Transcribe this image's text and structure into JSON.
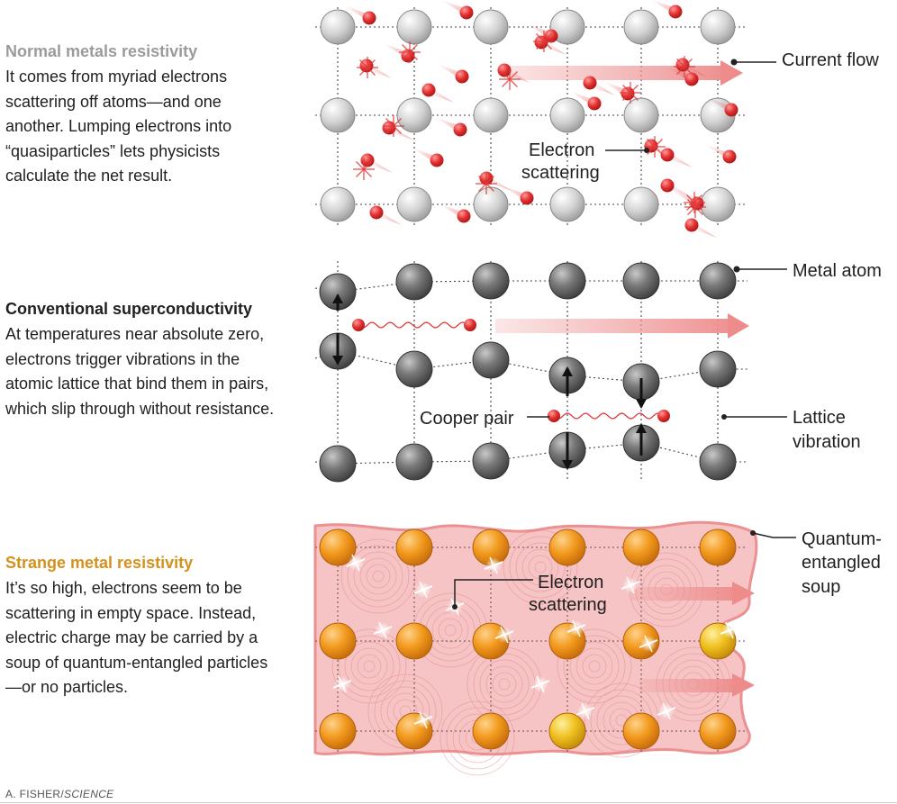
{
  "panels": [
    {
      "heading": "Normal metals resistivity",
      "body": "It comes from myriad electrons scattering off atoms—and one another. Lumping electrons into “quasiparticles” lets physicists calculate the net result."
    },
    {
      "heading": "Conventional superconductivity",
      "body": "At temperatures near absolute zero, electrons trigger vibrations in the atomic lattice that bind them in pairs, which slip through without resistance."
    },
    {
      "heading": "Strange metal resistivity",
      "body": "It’s so high, electrons seem to be scattering in empty space. Instead, electric charge may be carried by a soup of quantum-entangled particles—or no particles."
    }
  ],
  "labels": {
    "current_flow": "Current flow",
    "electron_scattering_1": [
      "Electron",
      "scattering"
    ],
    "metal_atom": "Metal atom",
    "cooper_pair": "Cooper pair",
    "lattice_vibration": [
      "Lattice",
      "vibration"
    ],
    "electron_scattering_2": [
      "Electron",
      "scattering"
    ],
    "soup": [
      "Quantum-",
      "entangled",
      "soup"
    ]
  },
  "credit": {
    "author": "A. FISHER/",
    "publication": "SCIENCE"
  },
  "colors": {
    "grey_heading": "#9b9b9b",
    "orange_heading": "#d4921c",
    "electron": "#d42a2a",
    "arrow": "#ee9c9c",
    "soup": "#f4b8b8"
  }
}
